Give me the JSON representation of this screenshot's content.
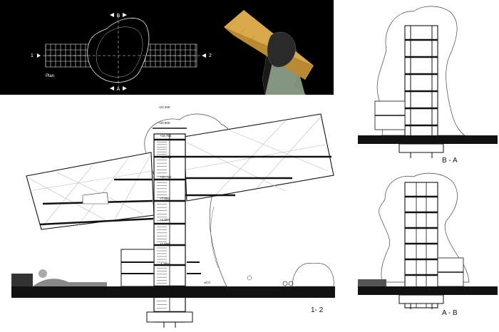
{
  "plan": {
    "title": "Plan",
    "marker_b": "B",
    "marker_a": "A",
    "marker_1": "1",
    "marker_2": "2"
  },
  "section_12": {
    "label": "1- 2",
    "levels": [
      "+22.200",
      "+20.500",
      "+16.750",
      "+13.750",
      "+10.750",
      "+7.800",
      "+4.800",
      "+1.800",
      "-1.200",
      "±0.0"
    ]
  },
  "section_ba": {
    "label": "B - A"
  },
  "section_ab": {
    "label": "A - B"
  },
  "colors": {
    "background": "#ffffff",
    "plan_background": "#000000",
    "line": "#111111",
    "timber": "#d9a94a"
  }
}
